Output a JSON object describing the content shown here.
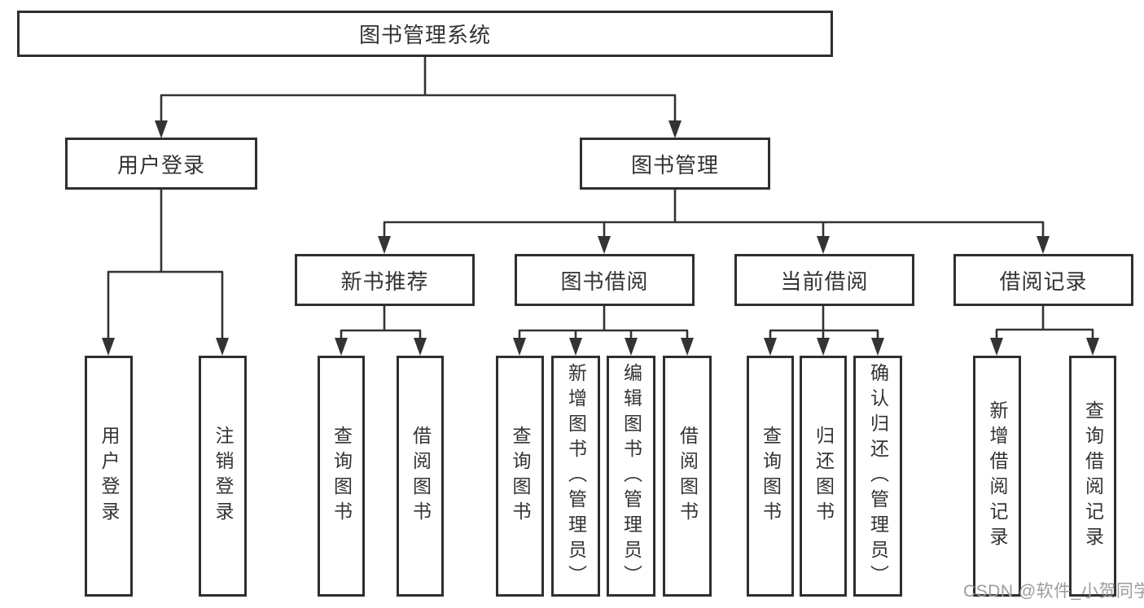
{
  "tree": {
    "root": "图书管理系统",
    "children": [
      {
        "label": "用户登录",
        "children": [
          "用户登录",
          "注销登录"
        ]
      },
      {
        "label": "图书管理",
        "children": [
          {
            "label": "新书推荐",
            "children": [
              "查询图书",
              "借阅图书"
            ]
          },
          {
            "label": "图书借阅",
            "children": [
              "查询图书",
              "新增图书（管理员）",
              "编辑图书（管理员）",
              "借阅图书"
            ]
          },
          {
            "label": "当前借阅",
            "children": [
              "查询图书",
              "归还图书",
              "确认归还（管理员）"
            ]
          },
          {
            "label": "借阅记录",
            "children": [
              "新增借阅记录",
              "查询借阅记录"
            ]
          }
        ]
      }
    ]
  },
  "watermark": "CSDN @软件_小贺同学",
  "colors": {
    "line": "#333333",
    "box_border": "#2f2f2f",
    "text": "#333333",
    "watermark": "#9c9c9c",
    "background": "#ffffff"
  }
}
